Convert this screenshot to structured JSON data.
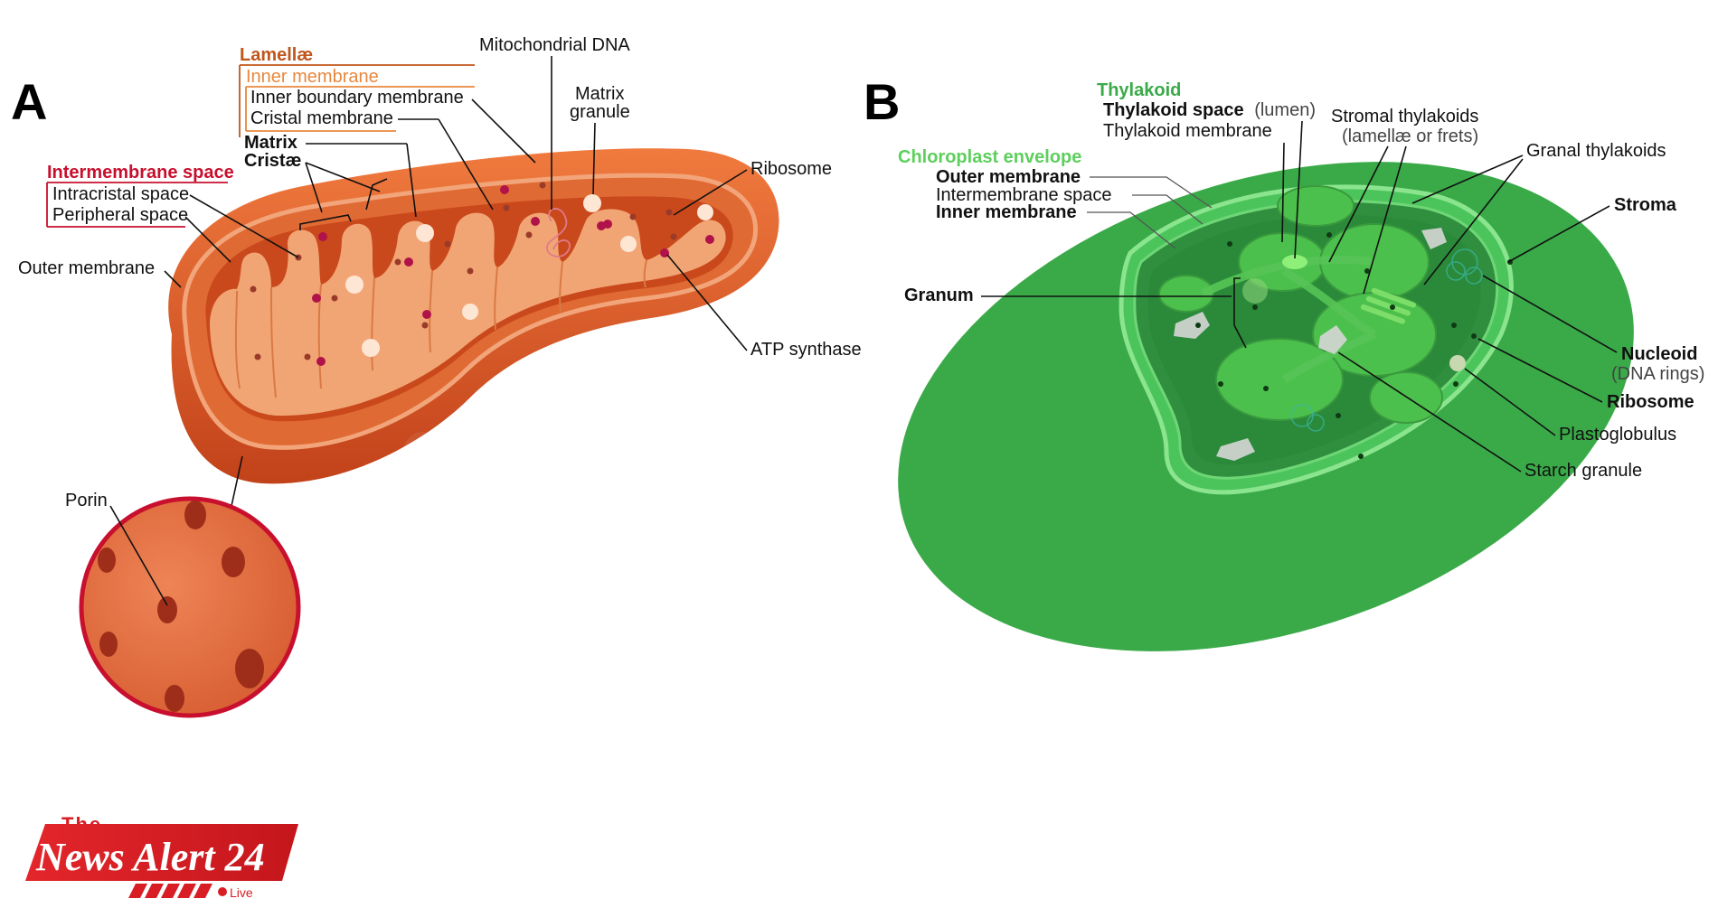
{
  "panels": {
    "a": {
      "letter": "A",
      "labels": {
        "lamellae": "Lamellæ",
        "inner_membrane": "Inner membrane",
        "inner_boundary_membrane": "Inner boundary membrane",
        "cristal_membrane": "Cristal membrane",
        "matrix": "Matrix",
        "cristae": "Cristæ",
        "intermembrane_space": "Intermembrane space",
        "intracristal_space": "Intracristal space",
        "peripheral_space": "Peripheral space",
        "outer_membrane": "Outer membrane",
        "mitochondrial_dna": "Mitochondrial DNA",
        "matrix_granule_1": "Matrix",
        "matrix_granule_2": "granule",
        "ribosome": "Ribosome",
        "atp_synthase": "ATP synthase",
        "porin": "Porin"
      }
    },
    "b": {
      "letter": "B",
      "labels": {
        "thylakoid": "Thylakoid",
        "thylakoid_space": "Thylakoid space",
        "thylakoid_space_note": "(lumen)",
        "thylakoid_membrane": "Thylakoid membrane",
        "stromal_thylakoids": "Stromal thylakoids",
        "stromal_thylakoids_note": "(lamellæ or frets)",
        "granal_thylakoids": "Granal thylakoids",
        "chloroplast_envelope": "Chloroplast envelope",
        "outer_membrane": "Outer membrane",
        "intermembrane_space": "Intermembrane space",
        "inner_membrane": "Inner membrane",
        "stroma": "Stroma",
        "granum": "Granum",
        "nucleoid": "Nucleoid",
        "nucleoid_note": "(DNA rings)",
        "ribosome": "Ribosome",
        "plastoglobulus": "Plastoglobulus",
        "starch_granule": "Starch granule"
      }
    }
  },
  "logo": {
    "the": "The",
    "name": "News Alert 24",
    "live": "Live"
  },
  "colors": {
    "mito_outer": "#d9541e",
    "mito_inner": "#f0a06a",
    "lamellae_label": "#c0561c",
    "inner_membrane_label": "#e8883e",
    "intermembrane_label": "#c8102e",
    "chloro_outer": "#3aaa48",
    "chloro_label": "#5ccf5c",
    "logo_red": "#d81e24"
  }
}
